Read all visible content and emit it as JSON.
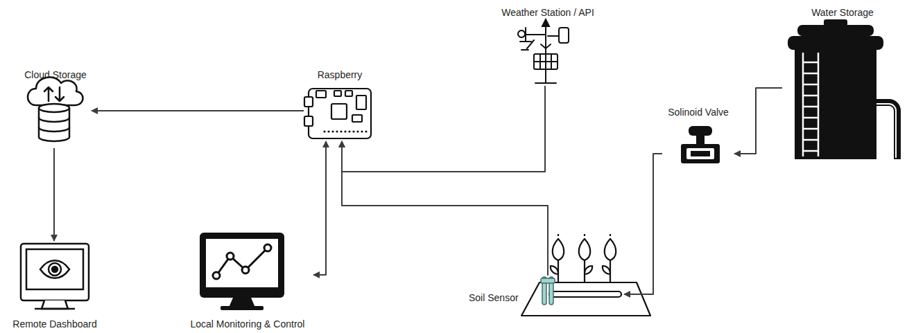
{
  "diagram": {
    "nodes": [
      {
        "text": [
          "Cloud Storage"
        ]
      },
      {
        "text": [
          "Raspberry"
        ]
      },
      {
        "text": [
          "Weather Station / API"
        ]
      },
      {
        "text": [
          "Water Storage"
        ]
      },
      {
        "text": [
          "Solinoid Valve"
        ]
      },
      {
        "text": [
          "Remote Dashboard"
        ]
      },
      {
        "text": [
          "Local Monitoring & Control"
        ]
      },
      {
        "text": [
          "Soil Sensor"
        ]
      }
    ],
    "edges": [
      {
        "from": 1,
        "to": 0,
        "arrow": "to"
      },
      {
        "from": 0,
        "to": 5,
        "arrow": "to"
      },
      {
        "from": 2,
        "to": 1,
        "arrow": "to"
      },
      {
        "from": 7,
        "to": 1,
        "arrow": "to"
      },
      {
        "from": 1,
        "to": 6,
        "arrow": "both"
      },
      {
        "from": 3,
        "to": 4,
        "arrow": "to"
      },
      {
        "from": 4,
        "to": 7,
        "arrow": "to"
      }
    ]
  }
}
